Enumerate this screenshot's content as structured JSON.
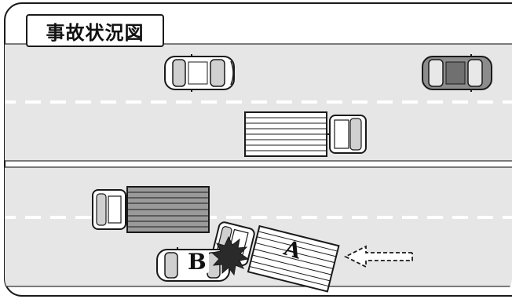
{
  "title": "事故状況図",
  "vehicles": {
    "a_label": "A",
    "b_label": "B"
  },
  "colors": {
    "road": "#e6e6e6",
    "lane_line": "#ffffff",
    "outline": "#1a1a1a",
    "dark_car": "#8c8c8c",
    "truck_cargo_dark": "#9a9a9a"
  },
  "icons": {
    "impact": "collision-burst-icon",
    "direction": "dashed-arrow-icon"
  }
}
